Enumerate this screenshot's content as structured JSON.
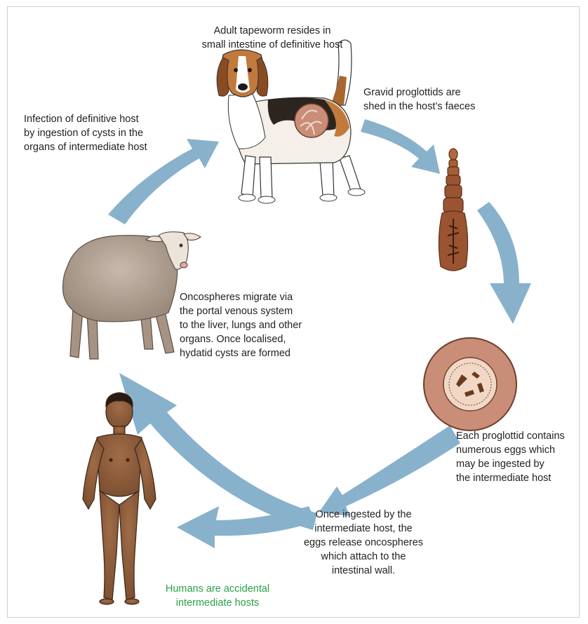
{
  "colors": {
    "arrow": "#88b1cc",
    "text": "#222222",
    "accent_text": "#2aa04a",
    "skin": "#8d5e3c",
    "tan": "#c27a3c",
    "sheep": "#b3a396",
    "cyst": "#c98d78",
    "proglottid": "#9a5432"
  },
  "labels": {
    "adult_tapeworm": "Adult tapeworm resides in\nsmall intestine of definitive host",
    "gravid_proglottids": "Gravid proglottids are\nshed in the host’s faeces",
    "infection_definitive": "Infection of definitive host\nby ingestion of cysts in the\norgans of intermediate host",
    "oncospheres_migrate": "Oncospheres migrate via\nthe portal venous system\nto the liver, lungs and other\norgans. Once localised,\nhydatid cysts are formed",
    "each_proglottid": "Each proglottid contains\nnumerous eggs which\nmay be ingested by\nthe intermediate host",
    "once_ingested": "Once ingested by the\nintermediate host, the\neggs release oncospheres\nwhich attach to the\nintestinal wall.",
    "humans_accidental": "Humans are accidental\nintermediate hosts"
  },
  "icons": {
    "dog": "beagle-dog-icon",
    "tapeworm": "tapeworm-proglottid-icon",
    "egg": "egg-cross-section-icon",
    "human": "human-figure-icon",
    "sheep": "sheep-icon"
  }
}
